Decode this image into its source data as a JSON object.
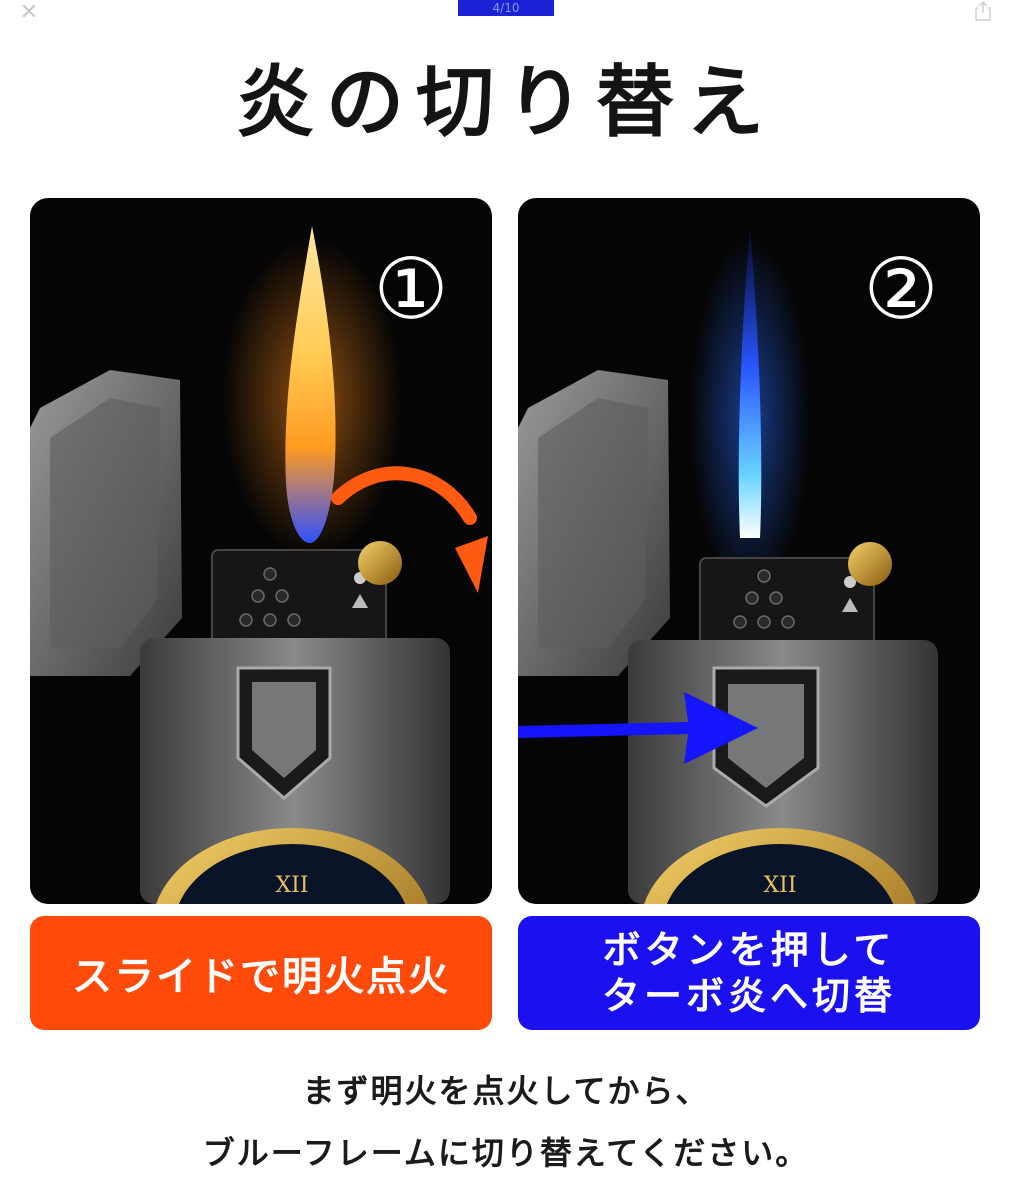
{
  "viewer": {
    "page_indicator": "4/10",
    "close_icon": "close-icon",
    "share_icon": "share-icon"
  },
  "title": "炎の切り替え",
  "panels": [
    {
      "number": "①",
      "caption": "スライドで明火点火",
      "color": "#ff4a0a",
      "flame": "orange-flame"
    },
    {
      "number": "②",
      "caption_lines": [
        "ボタンを押して",
        "ターボ炎へ切替"
      ],
      "color": "#1a10f0",
      "flame": "blue-jet-flame"
    }
  ],
  "footer": {
    "line1": "まず明火を点火してから、",
    "line2": "ブルーフレームに切り替えてください。"
  }
}
